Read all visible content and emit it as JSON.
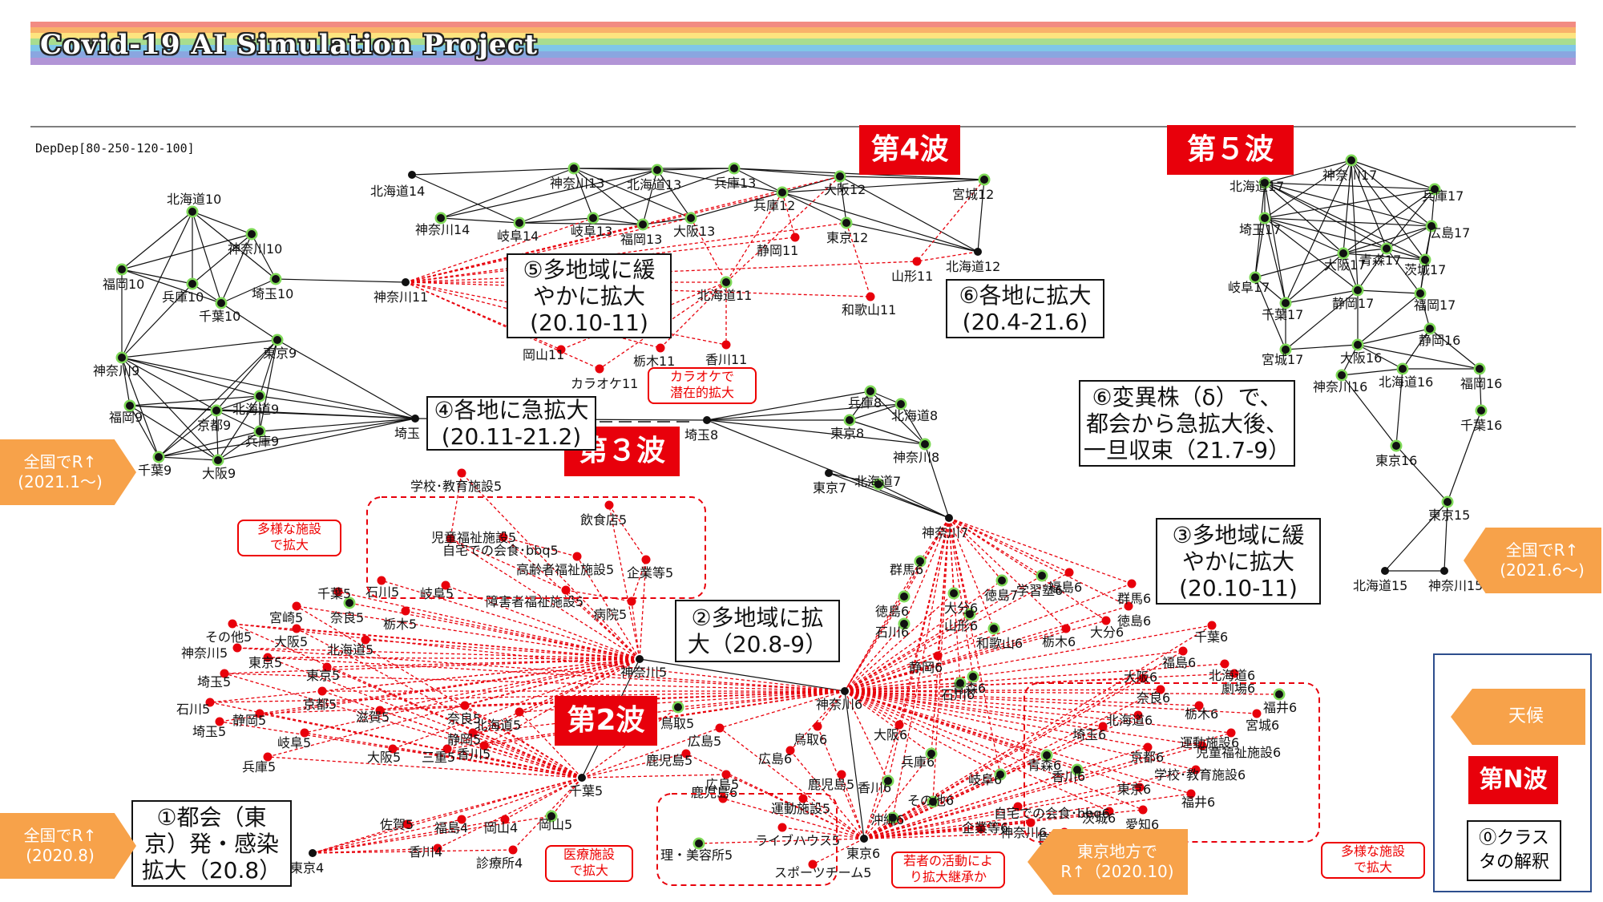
{
  "banner": {
    "title": "Covid-19 AI Simulation Project"
  },
  "parameter_label": "DepDep[80-250-120-100]",
  "waves": {
    "w2": "第2波",
    "w3": "第３波",
    "w4": "第4波",
    "w5": "第５波"
  },
  "annotations": {
    "b1": [
      "①都会（東",
      "京）発・感染",
      "拡大（20.8）"
    ],
    "b2": [
      "②多地域に拡",
      "大（20.8-9）"
    ],
    "b3": [
      "③多地域に緩",
      "やかに拡大",
      "(20.10-11)"
    ],
    "b4": [
      "④各地に急拡大",
      "(20.11-21.2)"
    ],
    "b5": [
      "⑤多地域に緩",
      "やかに拡大",
      "(20.10-11)"
    ],
    "b6": [
      "⑥各地に拡大",
      "(20.4-21.6)"
    ],
    "b7": [
      "⑥変異株（δ）で、",
      "都会から急拡大後、",
      "一旦収束（21.7-9）"
    ]
  },
  "notes": {
    "n1": [
      "多様な施設",
      "で拡大"
    ],
    "n2": [
      "カラオケで",
      "潜在的拡大"
    ],
    "n3": [
      "医療施設",
      "で拡大"
    ],
    "n4": [
      "若者の活動によ",
      "り拡大継承か"
    ],
    "n5": [
      "多様な施設",
      "で拡大"
    ]
  },
  "triggers": {
    "t1": [
      "全国でR↑",
      "(2021.1～)"
    ],
    "t2": [
      "全国でR↑",
      "(2020.8)"
    ],
    "t3": [
      "東京地方で",
      "R↑（2020.10)"
    ],
    "t4": [
      "全国でR↑",
      "(2021.6～)"
    ]
  },
  "legend": {
    "weather": "天候",
    "wave": "第N波",
    "cluster": [
      "⓪クラス",
      "タの解釈"
    ]
  },
  "colors": {
    "node_red": "#e8000b",
    "node_black": "#111111",
    "halo_green": "#7ed957",
    "edge_red": "#e8000b",
    "accent_orange": "#f7a24a",
    "wave_red": "#e8000b",
    "legend_border": "#2d4e8d"
  },
  "nodes": [
    {
      "id": "hok14",
      "label": "北海道14",
      "color": "black"
    },
    {
      "id": "kan14",
      "label": "神奈川14",
      "color": "green"
    },
    {
      "id": "kan13",
      "label": "神奈川13",
      "color": "green"
    },
    {
      "id": "hok13",
      "label": "北海道13",
      "color": "green"
    },
    {
      "id": "hyo13",
      "label": "兵庫13",
      "color": "green"
    },
    {
      "id": "gif14",
      "label": "岐阜14",
      "color": "green"
    },
    {
      "id": "gif13",
      "label": "岐阜13",
      "color": "green"
    },
    {
      "id": "fuk13",
      "label": "福岡13",
      "color": "green"
    },
    {
      "id": "osa13",
      "label": "大阪13",
      "color": "green"
    },
    {
      "id": "hyo12",
      "label": "兵庫12",
      "color": "green"
    },
    {
      "id": "osa12",
      "label": "大阪12",
      "color": "green"
    },
    {
      "id": "miy12",
      "label": "宮城12",
      "color": "green"
    },
    {
      "id": "tok12",
      "label": "東京12",
      "color": "green"
    },
    {
      "id": "hok12",
      "label": "北海道12",
      "color": "black"
    },
    {
      "id": "shi11",
      "label": "静岡11",
      "color": "red"
    },
    {
      "id": "yam11",
      "label": "山形11",
      "color": "red"
    },
    {
      "id": "wak11",
      "label": "和歌山11",
      "color": "red"
    },
    {
      "id": "hok11",
      "label": "北海道11",
      "color": "green"
    },
    {
      "id": "kag11",
      "label": "香川11",
      "color": "red"
    },
    {
      "id": "toc11",
      "label": "栃木11",
      "color": "red"
    },
    {
      "id": "oka11",
      "label": "岡山11",
      "color": "red"
    },
    {
      "id": "kar11",
      "label": "カラオケ11",
      "color": "red"
    },
    {
      "id": "kan11",
      "label": "神奈川11",
      "color": "black"
    },
    {
      "id": "hok10",
      "label": "北海道10",
      "color": "green"
    },
    {
      "id": "kan10",
      "label": "神奈川10",
      "color": "green"
    },
    {
      "id": "fuk10",
      "label": "福岡10",
      "color": "green"
    },
    {
      "id": "hyo10",
      "label": "兵庫10",
      "color": "green"
    },
    {
      "id": "chi10",
      "label": "千葉10",
      "color": "green"
    },
    {
      "id": "sai10",
      "label": "埼玉10",
      "color": "green"
    },
    {
      "id": "kan9",
      "label": "神奈川9",
      "color": "green"
    },
    {
      "id": "tok9",
      "label": "東京9",
      "color": "green"
    },
    {
      "id": "hok9",
      "label": "北海道9",
      "color": "green"
    },
    {
      "id": "fuk9",
      "label": "福岡9",
      "color": "green"
    },
    {
      "id": "kyo9",
      "label": "京都9",
      "color": "green"
    },
    {
      "id": "hyo9",
      "label": "兵庫9",
      "color": "green"
    },
    {
      "id": "chi9",
      "label": "千葉9",
      "color": "green"
    },
    {
      "id": "osa9",
      "label": "大阪9",
      "color": "green"
    },
    {
      "id": "sai9",
      "label": "埼玉",
      "color": "black"
    },
    {
      "id": "hyo8",
      "label": "兵庫8",
      "color": "green"
    },
    {
      "id": "hok8",
      "label": "北海道8",
      "color": "green"
    },
    {
      "id": "tok8",
      "label": "東京8",
      "color": "green"
    },
    {
      "id": "sai8",
      "label": "埼玉8",
      "color": "black"
    },
    {
      "id": "kan8",
      "label": "神奈川8",
      "color": "green"
    },
    {
      "id": "tok7",
      "label": "東京7",
      "color": "black"
    },
    {
      "id": "hok7",
      "label": "北海道7",
      "color": "green"
    },
    {
      "id": "kan7",
      "label": "神奈川7",
      "color": "black"
    },
    {
      "id": "gak5",
      "label": "学校･教育施設5",
      "color": "red"
    },
    {
      "id": "ins5",
      "label": "飲食店5",
      "color": "red"
    },
    {
      "id": "jid5",
      "label": "児童福祉施設5",
      "color": "red"
    },
    {
      "id": "jit5",
      "label": "自宅での会食･bbq5",
      "color": "red"
    },
    {
      "id": "kor5",
      "label": "高齢者福祉施設5",
      "color": "red"
    },
    {
      "id": "kig5",
      "label": "企業等5",
      "color": "red"
    },
    {
      "id": "sho5",
      "label": "障害者福祉施設5",
      "color": "red"
    },
    {
      "id": "byo5",
      "label": "病院5",
      "color": "red"
    },
    {
      "id": "chi5a",
      "label": "千葉5",
      "color": "red"
    },
    {
      "id": "ish5a",
      "label": "石川5",
      "color": "red"
    },
    {
      "id": "gif5a",
      "label": "岐阜5",
      "color": "red"
    },
    {
      "id": "miy5",
      "label": "宮崎5",
      "color": "red"
    },
    {
      "id": "nar5",
      "label": "奈良5",
      "color": "green"
    },
    {
      "id": "toc5",
      "label": "栃木5",
      "color": "red"
    },
    {
      "id": "son5",
      "label": "その他5",
      "color": "red"
    },
    {
      "id": "osa5a",
      "label": "大阪5",
      "color": "red"
    },
    {
      "id": "hok5a",
      "label": "北海道5",
      "color": "red"
    },
    {
      "id": "kan5b",
      "label": "神奈川5",
      "color": "red"
    },
    {
      "id": "tok5a",
      "label": "東京5",
      "color": "red"
    },
    {
      "id": "tok5b",
      "label": "東京5",
      "color": "red"
    },
    {
      "id": "sai5a",
      "label": "埼玉5",
      "color": "red"
    },
    {
      "id": "kyo5",
      "label": "京都5",
      "color": "red"
    },
    {
      "id": "ish5b",
      "label": "石川5",
      "color": "red"
    },
    {
      "id": "shi5",
      "label": "静岡5",
      "color": "red"
    },
    {
      "id": "sig5",
      "label": "滋賀5",
      "color": "red"
    },
    {
      "id": "sai5b",
      "label": "埼玉5",
      "color": "red"
    },
    {
      "id": "gif5b",
      "label": "岐阜5",
      "color": "red"
    },
    {
      "id": "nar5b",
      "label": "奈良5",
      "color": "red"
    },
    {
      "id": "hok5b",
      "label": "北海道5",
      "color": "red"
    },
    {
      "id": "shi5b",
      "label": "静岡5",
      "color": "red"
    },
    {
      "id": "hyo5",
      "label": "兵庫5",
      "color": "red"
    },
    {
      "id": "osa5b",
      "label": "大阪5",
      "color": "red"
    },
    {
      "id": "mie5",
      "label": "三重5",
      "color": "red"
    },
    {
      "id": "kag5",
      "label": "香川5",
      "color": "red"
    },
    {
      "id": "kan5",
      "label": "神奈川5",
      "color": "black"
    },
    {
      "id": "chi5",
      "label": "千葉5",
      "color": "black"
    },
    {
      "id": "tot5",
      "label": "鳥取5",
      "color": "green"
    },
    {
      "id": "hir5",
      "label": "広島5",
      "color": "red"
    },
    {
      "id": "kgs5a",
      "label": "鹿児島5",
      "color": "red"
    },
    {
      "id": "hir5b",
      "label": "広島5",
      "color": "red"
    },
    {
      "id": "kgs5b",
      "label": "鹿児島5",
      "color": "red"
    },
    {
      "id": "und5",
      "label": "運動施設5",
      "color": "red"
    },
    {
      "id": "liv5",
      "label": "ライブハウス5",
      "color": "red"
    },
    {
      "id": "rib5",
      "label": "理・美容所5",
      "color": "green"
    },
    {
      "id": "spo5",
      "label": "スポーツチーム5",
      "color": "red"
    },
    {
      "id": "kgs6",
      "label": "鹿児島6",
      "color": "red"
    },
    {
      "id": "hir6",
      "label": "広島6",
      "color": "red"
    },
    {
      "id": "tot6",
      "label": "鳥取6",
      "color": "red"
    },
    {
      "id": "sag5",
      "label": "佐賀5",
      "color": "red"
    },
    {
      "id": "fuk4",
      "label": "福島4",
      "color": "red"
    },
    {
      "id": "oka4",
      "label": "岡山4",
      "color": "red"
    },
    {
      "id": "oka5",
      "label": "岡山5",
      "color": "green"
    },
    {
      "id": "kag4",
      "label": "香川4",
      "color": "red"
    },
    {
      "id": "shin4",
      "label": "診療所4",
      "color": "red"
    },
    {
      "id": "tok4",
      "label": "東京4",
      "color": "black"
    },
    {
      "id": "kan6",
      "label": "神奈川6",
      "color": "black"
    },
    {
      "id": "tok6",
      "label": "東京6",
      "color": "black"
    },
    {
      "id": "gun6",
      "label": "群馬6",
      "color": "green"
    },
    {
      "id": "tokush6",
      "label": "徳島6",
      "color": "green"
    },
    {
      "id": "ooi6",
      "label": "大分6",
      "color": "green"
    },
    {
      "id": "tokush7",
      "label": "徳島7",
      "color": "green"
    },
    {
      "id": "gak6",
      "label": "学習塾6",
      "color": "green"
    },
    {
      "id": "fuk6",
      "label": "福島6",
      "color": "red"
    },
    {
      "id": "gun6b",
      "label": "群馬6",
      "color": "red"
    },
    {
      "id": "ish6",
      "label": "石川6",
      "color": "green"
    },
    {
      "id": "yam6",
      "label": "山形6",
      "color": "green"
    },
    {
      "id": "wak6",
      "label": "和歌山6",
      "color": "green"
    },
    {
      "id": "ooi6b",
      "label": "大分6",
      "color": "red"
    },
    {
      "id": "tokush6b",
      "label": "徳島6",
      "color": "red"
    },
    {
      "id": "toc6",
      "label": "栃木6",
      "color": "red"
    },
    {
      "id": "shi6",
      "label": "静岡6",
      "color": "red"
    },
    {
      "id": "aom6",
      "label": "青森6",
      "color": "green"
    },
    {
      "id": "ish6b",
      "label": "石川6",
      "color": "green"
    },
    {
      "id": "osa6",
      "label": "大阪6",
      "color": "red"
    },
    {
      "id": "hyo6",
      "label": "兵庫6",
      "color": "green"
    },
    {
      "id": "gif6",
      "label": "岐阜6",
      "color": "green"
    },
    {
      "id": "kag6",
      "label": "香川6",
      "color": "green"
    },
    {
      "id": "son6",
      "label": "その他6",
      "color": "green"
    },
    {
      "id": "oki6",
      "label": "沖縄6",
      "color": "green"
    },
    {
      "id": "kig6",
      "label": "企業等6",
      "color": "red"
    },
    {
      "id": "jit6",
      "label": "自宅での会食･bbq6",
      "color": "red"
    },
    {
      "id": "kan6b",
      "label": "神奈川6",
      "color": "red"
    },
    {
      "id": "kan6c",
      "label": "官公庁6",
      "color": "red"
    },
    {
      "id": "chi6",
      "label": "千葉6",
      "color": "red"
    },
    {
      "id": "fuk6b",
      "label": "福島6",
      "color": "red"
    },
    {
      "id": "hok6",
      "label": "北海道6",
      "color": "red"
    },
    {
      "id": "osa6b",
      "label": "大阪6",
      "color": "red"
    },
    {
      "id": "gek6",
      "label": "劇場6",
      "color": "red"
    },
    {
      "id": "nar6",
      "label": "奈良6",
      "color": "red"
    },
    {
      "id": "toc6b",
      "label": "栃木6",
      "color": "red"
    },
    {
      "id": "fki6",
      "label": "福井6",
      "color": "green"
    },
    {
      "id": "hok6b",
      "label": "北海道6",
      "color": "red"
    },
    {
      "id": "miy6",
      "label": "宮城6",
      "color": "red"
    },
    {
      "id": "sai6",
      "label": "埼玉6",
      "color": "red"
    },
    {
      "id": "und6",
      "label": "運動施設6",
      "color": "red"
    },
    {
      "id": "jid6",
      "label": "児童福祉施設6",
      "color": "red"
    },
    {
      "id": "kyo6",
      "label": "京都6",
      "color": "red"
    },
    {
      "id": "aom6b",
      "label": "青森6",
      "color": "green"
    },
    {
      "id": "kag6b",
      "label": "香川6",
      "color": "green"
    },
    {
      "id": "gak6b",
      "label": "学校･教育施設6",
      "color": "red"
    },
    {
      "id": "tok6b",
      "label": "東京6",
      "color": "red"
    },
    {
      "id": "fki6b",
      "label": "福井6",
      "color": "red"
    },
    {
      "id": "iba6",
      "label": "茨城6",
      "color": "red"
    },
    {
      "id": "aic6",
      "label": "愛知6",
      "color": "red"
    },
    {
      "id": "hok17",
      "label": "北海道17",
      "color": "green"
    },
    {
      "id": "kan17",
      "label": "神奈川17",
      "color": "green"
    },
    {
      "id": "hyo17",
      "label": "兵庫17",
      "color": "green"
    },
    {
      "id": "sai17",
      "label": "埼玉17",
      "color": "green"
    },
    {
      "id": "hir17",
      "label": "広島17",
      "color": "green"
    },
    {
      "id": "osa17",
      "label": "大阪17",
      "color": "green"
    },
    {
      "id": "aom17",
      "label": "青森17",
      "color": "green"
    },
    {
      "id": "iba17",
      "label": "茨城17",
      "color": "green"
    },
    {
      "id": "gif17",
      "label": "岐阜17",
      "color": "green"
    },
    {
      "id": "chi17",
      "label": "千葉17",
      "color": "green"
    },
    {
      "id": "shi17",
      "label": "静岡17",
      "color": "green"
    },
    {
      "id": "fuk17",
      "label": "福岡17",
      "color": "green"
    },
    {
      "id": "miy17",
      "label": "宮城17",
      "color": "green"
    },
    {
      "id": "shi16",
      "label": "静岡16",
      "color": "green"
    },
    {
      "id": "osa16",
      "label": "大阪16",
      "color": "green"
    },
    {
      "id": "kan16",
      "label": "神奈川16",
      "color": "green"
    },
    {
      "id": "hok16",
      "label": "北海道16",
      "color": "green"
    },
    {
      "id": "fuk16",
      "label": "福岡16",
      "color": "green"
    },
    {
      "id": "chi16",
      "label": "千葉16",
      "color": "green"
    },
    {
      "id": "tok16",
      "label": "東京16",
      "color": "green"
    },
    {
      "id": "tok15",
      "label": "東京15",
      "color": "green"
    },
    {
      "id": "hok15",
      "label": "北海道15",
      "color": "black"
    },
    {
      "id": "kan15",
      "label": "神奈川15",
      "color": "black"
    }
  ]
}
